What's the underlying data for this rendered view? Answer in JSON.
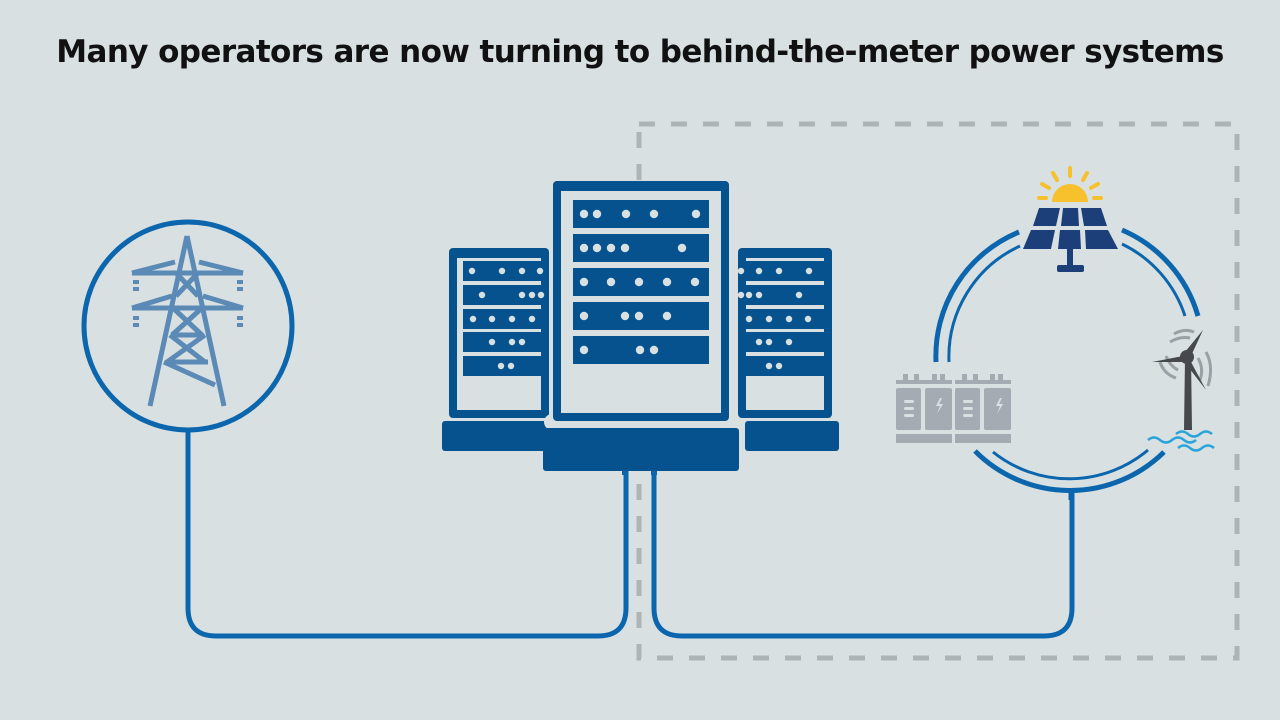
{
  "title": "Many operators are now turning to behind-the-meter power systems",
  "colors": {
    "background": "#d8e0e2",
    "line_blue": "#0b66ad",
    "server_blue": "#05528e",
    "tower_blue": "#5a8ab5",
    "dashed_gray": "#aeb3b5",
    "solar_panel": "#1c3f7a",
    "sun": "#f7c12e",
    "battery_gray": "#a4abb3",
    "turbine_dark": "#45494d",
    "water": "#2aa3d8"
  },
  "nodes": [
    {
      "id": "grid",
      "label": "Power grid transmission tower",
      "icon": "transmission-tower-icon"
    },
    {
      "id": "datacenter",
      "label": "Data center server racks",
      "icon": "server-rack-icon"
    },
    {
      "id": "btm",
      "label": "Behind-the-meter power systems",
      "icon": "microgrid-icon",
      "components": [
        "solar panel",
        "wind turbine",
        "battery storage"
      ]
    }
  ],
  "connections": [
    {
      "from": "grid",
      "to": "datacenter"
    },
    {
      "from": "btm",
      "to": "datacenter"
    }
  ]
}
